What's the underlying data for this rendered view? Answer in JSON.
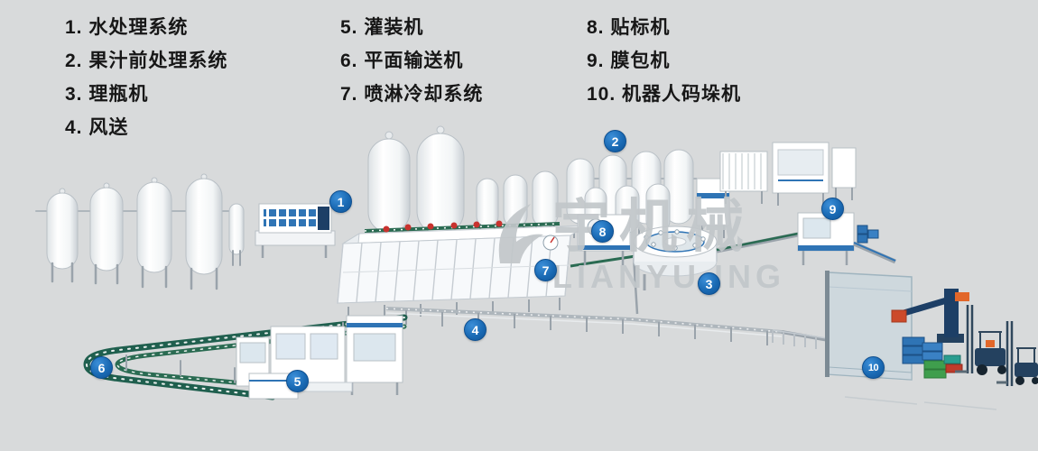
{
  "legend": {
    "columns": [
      {
        "items": [
          "1. 水处理系统",
          "2. 果汁前处理系统",
          "3. 理瓶机",
          "4. 风送"
        ]
      },
      {
        "items": [
          "5. 灌装机",
          "6. 平面输送机",
          "7. 喷淋冷却系统"
        ]
      },
      {
        "items": [
          "8. 贴标机",
          "9. 膜包机",
          "10. 机器人码垛机"
        ]
      }
    ]
  },
  "badges": [
    {
      "num": "1"
    },
    {
      "num": "2"
    },
    {
      "num": "3"
    },
    {
      "num": "4"
    },
    {
      "num": "5"
    },
    {
      "num": "6"
    },
    {
      "num": "7"
    },
    {
      "num": "8"
    },
    {
      "num": "9"
    },
    {
      "num": "10"
    }
  ],
  "watermark": {
    "cn": "宇机械",
    "en": "LIANYU ING"
  },
  "colors": {
    "background": "#d8dadb",
    "badge_blue": "#1a6ab4",
    "accent_blue": "#2f74b5",
    "conveyor_green": "#1f5f4e",
    "cap_red": "#c8322e",
    "robot_navy": "#1d3f66",
    "forklift_orange": "#e2672a"
  }
}
